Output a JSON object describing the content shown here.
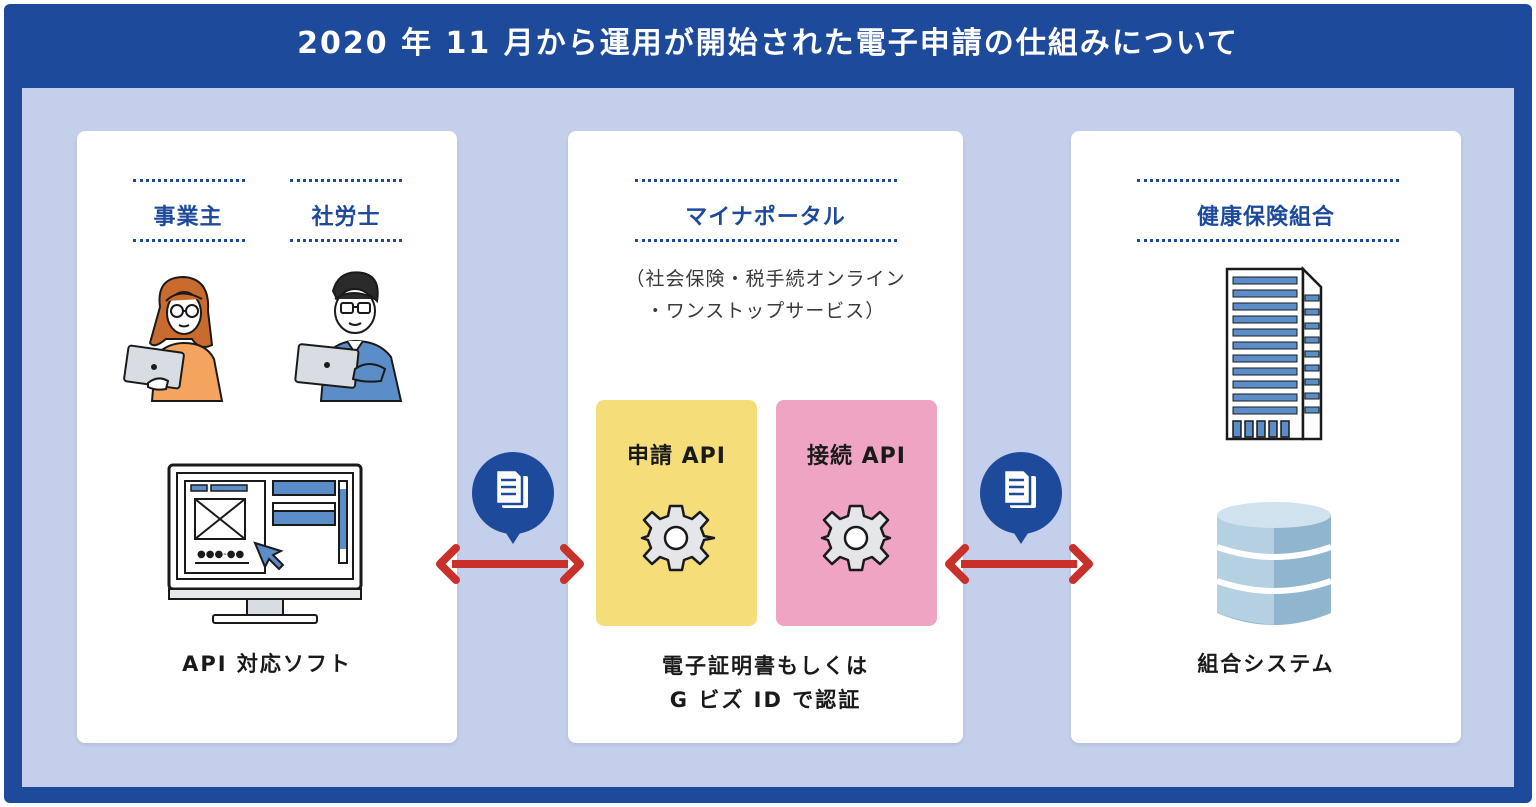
{
  "title": "2020 年 11 月から運用が開始された電子申請の仕組みについて",
  "colors": {
    "frame": "#1e4a9c",
    "background": "#c3cfeb",
    "card": "#ffffff",
    "arrow": "#c8302a",
    "apply_api": "#f5de7a",
    "connect_api": "#f0a4c4"
  },
  "left": {
    "roles": [
      "事業主",
      "社労士"
    ],
    "caption": "API 対応ソフト"
  },
  "middle": {
    "heading": "マイナポータル",
    "note_line1": "（社会保険・税手続オンライン",
    "note_line2": "・ワンストップサービス）",
    "api_boxes": [
      "申請 API",
      "接続 API"
    ],
    "caption_line1": "電子証明書もしくは",
    "caption_line2": "G ビズ ID で認証"
  },
  "right": {
    "heading": "健康保険組合",
    "caption": "組合システム"
  },
  "icons": {
    "employer": "woman-with-laptop-icon",
    "consultant": "man-with-laptop-icon",
    "software": "desktop-monitor-icon",
    "document": "document-icon",
    "gear": "gear-icon",
    "building": "office-building-icon",
    "database": "database-icon",
    "arrow": "double-arrow-icon"
  }
}
